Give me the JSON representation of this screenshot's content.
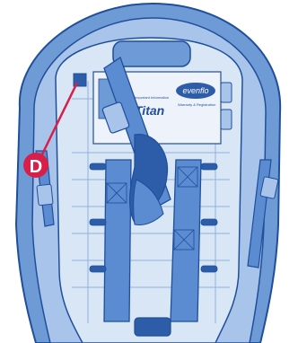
{
  "figure": {
    "subject": "car seat harness back view",
    "callout": {
      "letter": "D",
      "color": "#d81f4a"
    },
    "label_card": {
      "brand": "evenflo",
      "model": "Titan",
      "fine_print_left": "Important Information",
      "fine_print_right": "Warranty & Registration"
    },
    "colors": {
      "shell_outline": "#1f4f9a",
      "shell_fill": "#6e9bd6",
      "shell_light": "#a9c4ea",
      "inner_fill": "#d9e6f6",
      "strap_fill": "#5b8bd0",
      "strap_dark": "#2d5da8",
      "card_fill": "#eef3fb"
    }
  }
}
